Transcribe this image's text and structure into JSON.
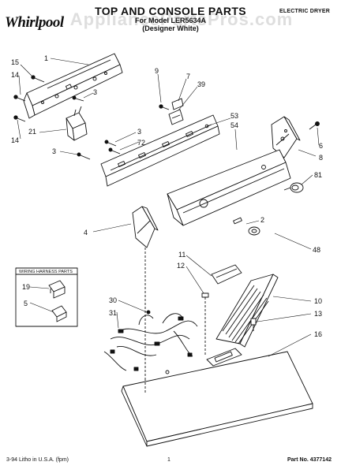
{
  "header": {
    "brand": "Whirlpool",
    "title": "TOP AND CONSOLE PARTS",
    "model_line": "For Model LER5634A",
    "variant": "(Designer White)",
    "product_type": "ELECTRIC DRYER"
  },
  "watermark": "AppliancePartsPros.com",
  "wiring_box": {
    "title": "WIRING HARNESS PARTS"
  },
  "callouts": [
    "1",
    "15",
    "14",
    "3",
    "14",
    "21",
    "3",
    "9",
    "7",
    "39",
    "53",
    "54",
    "3",
    "72",
    "6",
    "8",
    "81",
    "2",
    "48",
    "4",
    "11",
    "12",
    "10",
    "30",
    "31",
    "13",
    "16",
    "19",
    "5"
  ],
  "footer": {
    "litho": "3-94 Litho in U.S.A. (fpm)",
    "page": "1",
    "part_no": "Part No. 4377142"
  },
  "colors": {
    "line": "#111111",
    "background": "#ffffff"
  }
}
